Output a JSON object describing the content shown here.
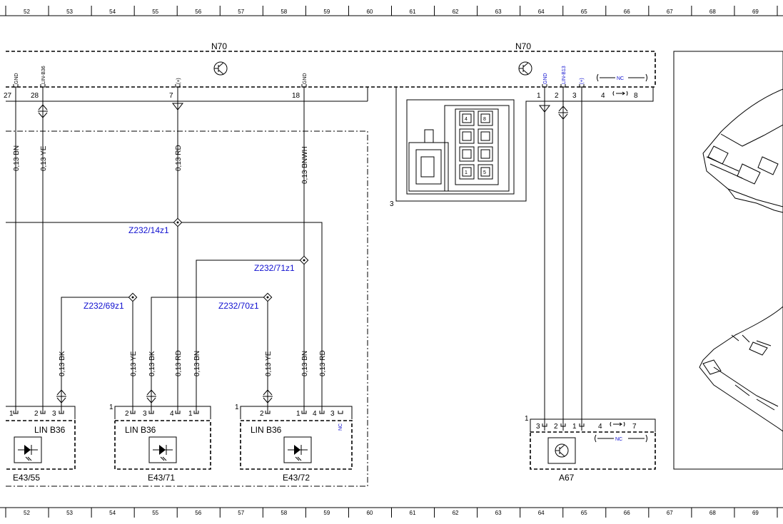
{
  "grid_columns": [
    "52",
    "53",
    "54",
    "55",
    "56",
    "57",
    "58",
    "59",
    "60",
    "61",
    "62",
    "63",
    "64",
    "65",
    "66",
    "67",
    "68",
    "69"
  ],
  "modules": {
    "n70_left": "N70",
    "n70_right": "N70",
    "e43_55": "E43/55",
    "e43_71": "E43/71",
    "e43_72": "E43/72",
    "a67": "A67",
    "lin_b36": "LIN B36"
  },
  "connector_pins": {
    "n70_left": [
      "27",
      "28",
      "7",
      "18"
    ],
    "n70_right": [
      "1",
      "2",
      "3",
      "4",
      "8"
    ],
    "e43_55": [
      "1",
      "2",
      "3"
    ],
    "e43_71": [
      "2",
      "3",
      "4",
      "1"
    ],
    "e43_72": [
      "2",
      "1",
      "4",
      "3"
    ],
    "a67": [
      "3",
      "2",
      "1",
      "4",
      "7"
    ],
    "plug_view_pins": [
      "4",
      "8",
      "1",
      "5"
    ],
    "plug_view_label": "3",
    "module_pin1_marker": "1"
  },
  "pin_functions": {
    "gnd": "GND",
    "lin_b36": "LIN-B36",
    "plus": "(+)",
    "lin_b13": "LIN-B13",
    "nc": "NC"
  },
  "wires": {
    "w1": "0,13 BN",
    "w2": "0,13 YE",
    "w3": "0,13 RD",
    "w4": "0,13 BNWH",
    "w5": "0,13 BK",
    "w6": "0,13 YE",
    "w7": "0,13 BK",
    "w8": "0,13 RD",
    "w9": "0,13 BN",
    "w10": "0,13 YE",
    "w11": "0,13 BN",
    "w12": "0,13 RD"
  },
  "splices": {
    "s1": "Z232/14z1",
    "s2": "Z232/71z1",
    "s3": "Z232/69z1",
    "s4": "Z232/70z1"
  }
}
